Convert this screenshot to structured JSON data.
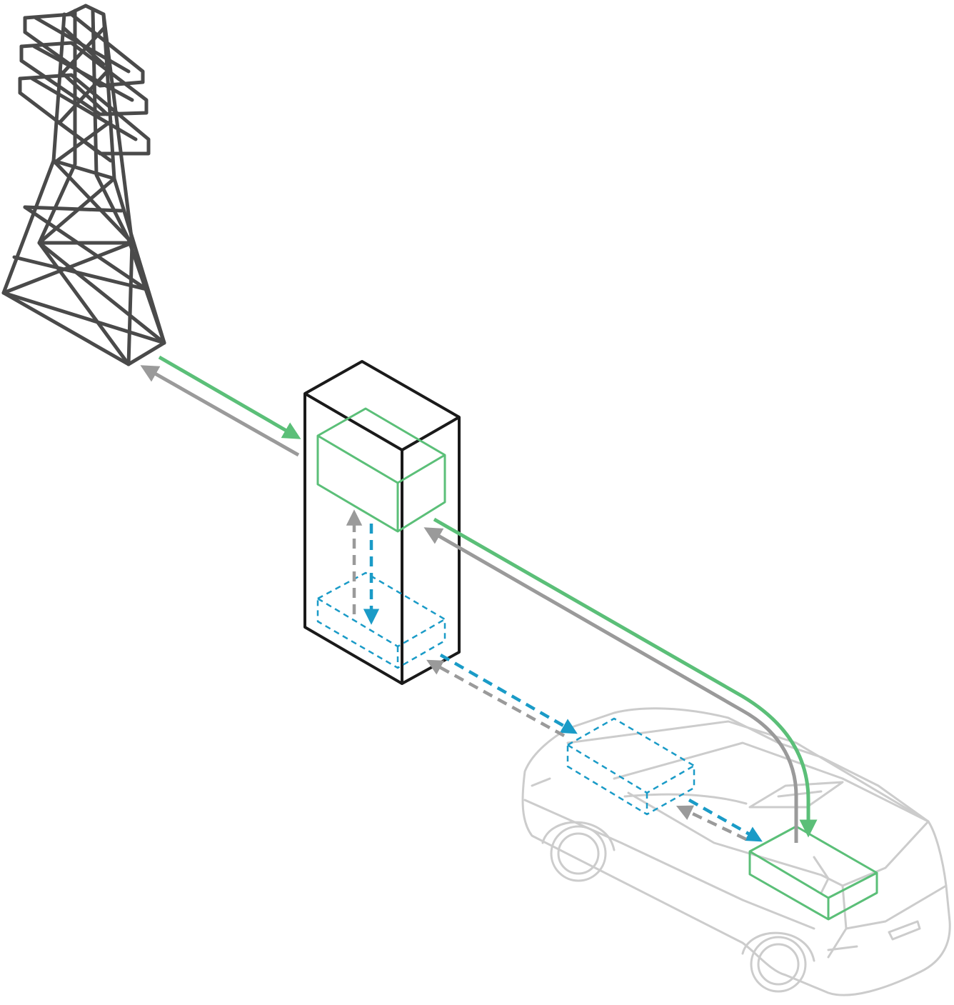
{
  "diagram": {
    "description_visible_text": "",
    "colors": {
      "tower": "#4a4a4a",
      "charger": "#1a1a1a",
      "power_flow": "#5bbf78",
      "return_flow": "#9a9a9a",
      "data_flow": "#1a9bc7",
      "car": "#cccccc"
    },
    "components": [
      {
        "id": "tower",
        "icon": "transmission-tower-icon"
      },
      {
        "id": "charger",
        "icon": "charging-station-cabinet"
      },
      {
        "id": "charger-power-module",
        "icon": "power-converter-box"
      },
      {
        "id": "charger-control-module",
        "icon": "controller-box-dashed"
      },
      {
        "id": "car",
        "icon": "electric-vehicle-outline-icon"
      },
      {
        "id": "car-control-module",
        "icon": "vehicle-controller-box-dashed"
      },
      {
        "id": "car-battery",
        "icon": "vehicle-battery-box"
      }
    ],
    "flows": [
      {
        "from": "tower",
        "to": "charger-power-module",
        "kind": "power"
      },
      {
        "from": "charger-power-module",
        "to": "tower",
        "kind": "return"
      },
      {
        "from": "charger-power-module",
        "to": "car-battery",
        "kind": "power"
      },
      {
        "from": "car-battery",
        "to": "charger-power-module",
        "kind": "return"
      },
      {
        "from": "charger-power-module",
        "to": "charger-control-module",
        "kind": "data"
      },
      {
        "from": "charger-control-module",
        "to": "charger-power-module",
        "kind": "return-data"
      },
      {
        "from": "charger-control-module",
        "to": "car-control-module",
        "kind": "data"
      },
      {
        "from": "car-control-module",
        "to": "charger-control-module",
        "kind": "return-data"
      },
      {
        "from": "car-control-module",
        "to": "car-battery",
        "kind": "data"
      },
      {
        "from": "car-battery",
        "to": "car-control-module",
        "kind": "return-data"
      }
    ]
  }
}
